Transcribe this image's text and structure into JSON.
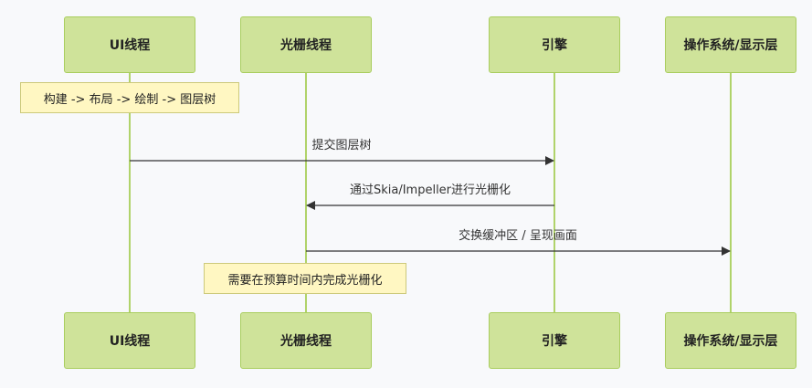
{
  "participants": [
    "UI线程",
    "光栅线程",
    "引擎",
    "操作系统/显示层"
  ],
  "notes": {
    "build": "构建 -> 布局 -> 绘制 -> 图层树",
    "deadline": "需要在预算时间内完成光栅化"
  },
  "messages": [
    {
      "label": "提交图层树",
      "from": "UI线程",
      "to": "引擎"
    },
    {
      "label": "通过Skia/Impeller进行光栅化",
      "from": "引擎",
      "to": "光栅线程"
    },
    {
      "label": "交换缓冲区 / 呈现画面",
      "from": "光栅线程",
      "to": "操作系统/显示层"
    }
  ],
  "colors": {
    "participant_fill": "#cfe39a",
    "participant_border": "#a9cd5e",
    "note_fill": "#fff7c2",
    "arrow": "#333333"
  }
}
